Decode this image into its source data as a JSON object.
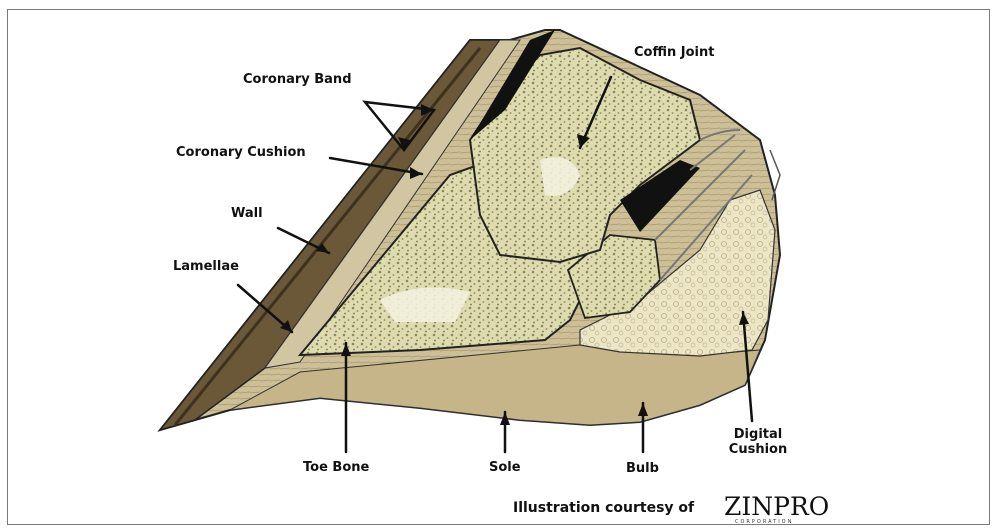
{
  "labels": {
    "coronary_band": "Coronary Band",
    "coffin_joint": "Coffin Joint",
    "coronary_cushion": "Coronary Cushion",
    "wall": "Wall",
    "lamellae": "Lamellae",
    "toe_bone": "Toe Bone",
    "sole": "Sole",
    "bulb": "Bulb",
    "digital_cushion_line1": "Digital",
    "digital_cushion_line2": "Cushion"
  },
  "credit": {
    "text": "Illustration courtesy of",
    "logo": "ZINPRO",
    "logo_sub": "CORPORATION"
  },
  "colors": {
    "bone_fill": "#dedcae",
    "hoof_fill": "#c9b98f",
    "wall_dark": "#5a4a30",
    "cushion_fill": "#ece6c6",
    "outline": "#222222"
  }
}
